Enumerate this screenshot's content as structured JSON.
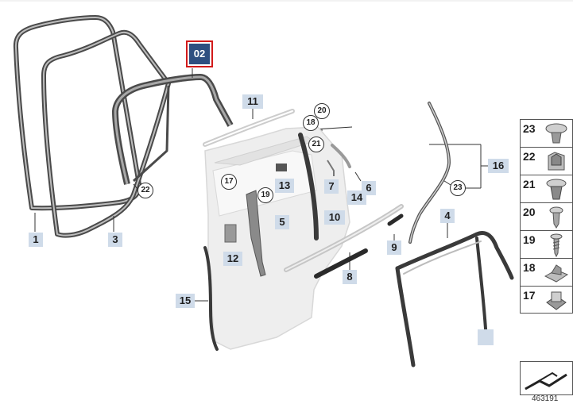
{
  "diagram_tag": "02",
  "diagram_id": "463191",
  "callouts": [
    {
      "id": "part-1",
      "label": "1"
    },
    {
      "id": "part-3",
      "label": "3"
    },
    {
      "id": "part-4",
      "label": "4"
    },
    {
      "id": "part-5",
      "label": "5"
    },
    {
      "id": "part-6",
      "label": "6"
    },
    {
      "id": "part-7",
      "label": "7"
    },
    {
      "id": "part-8",
      "label": "8"
    },
    {
      "id": "part-9",
      "label": "9"
    },
    {
      "id": "part-10",
      "label": "10"
    },
    {
      "id": "part-11",
      "label": "11"
    },
    {
      "id": "part-12",
      "label": "12"
    },
    {
      "id": "part-13",
      "label": "13"
    },
    {
      "id": "part-14",
      "label": "14"
    },
    {
      "id": "part-15",
      "label": "15"
    },
    {
      "id": "part-16",
      "label": "16"
    },
    {
      "id": "part-blank",
      "label": ""
    }
  ],
  "circle_callouts": [
    {
      "id": "c22",
      "label": "22"
    },
    {
      "id": "c20",
      "label": "20"
    },
    {
      "id": "c18",
      "label": "18"
    },
    {
      "id": "c21",
      "label": "21"
    },
    {
      "id": "c17",
      "label": "17"
    },
    {
      "id": "c19",
      "label": "19"
    },
    {
      "id": "c23",
      "label": "23"
    }
  ],
  "legend": [
    {
      "label": "23",
      "icon": "push-rivet-icon"
    },
    {
      "label": "22",
      "icon": "clip-nut-icon"
    },
    {
      "label": "21",
      "icon": "expanding-rivet-icon"
    },
    {
      "label": "20",
      "icon": "screw-short-icon"
    },
    {
      "label": "19",
      "icon": "screw-long-icon"
    },
    {
      "label": "18",
      "icon": "bracket-clip-icon"
    },
    {
      "label": "17",
      "icon": "cage-nut-icon"
    }
  ],
  "colors": {
    "callout_bg": "#cfdbe9",
    "tag_border": "#d21a1a",
    "tag_fill": "#2e4f80",
    "seal_stroke": "#4a4a4a",
    "door_fill": "#eeeeee"
  }
}
